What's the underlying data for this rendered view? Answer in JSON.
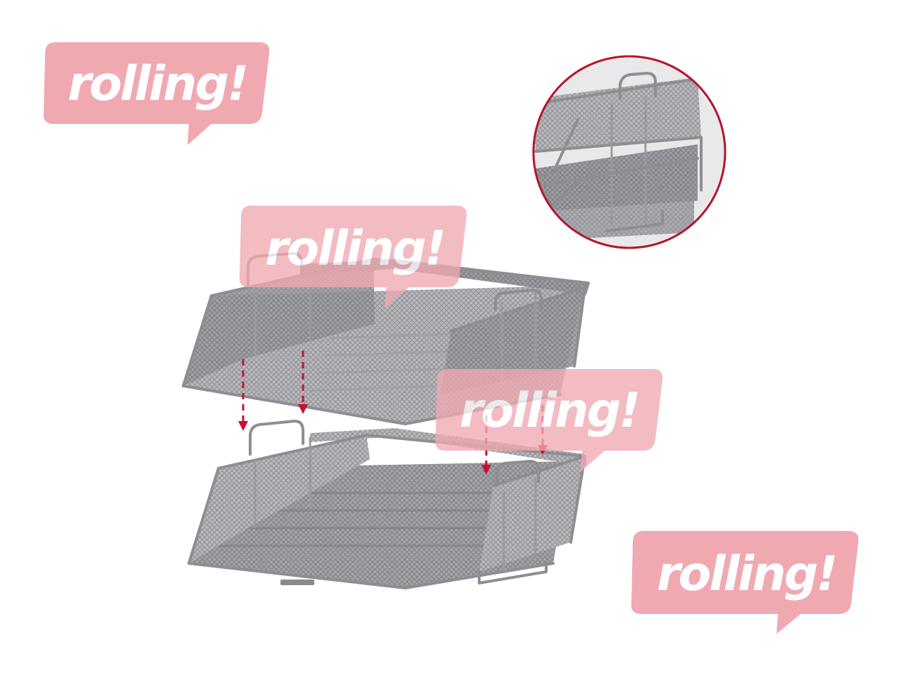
{
  "image": {
    "subject": "two-tier stackable wire mesh document tray with stacking detail inset",
    "colors": {
      "background": "#ffffff",
      "metal": "#a9a9ad",
      "wire": "#8e8e92",
      "arrow": "#c8102e",
      "watermark": "#f0a9b1",
      "inset_border": "#b3152b"
    }
  },
  "watermarks": [
    {
      "text": "rolling!"
    },
    {
      "text": "rolling!"
    },
    {
      "text": "rolling!"
    },
    {
      "text": "rolling!"
    }
  ]
}
